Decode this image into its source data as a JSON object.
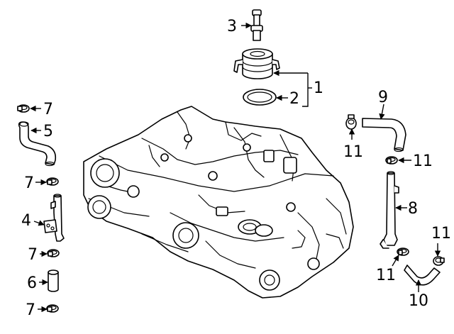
{
  "callouts": {
    "c1": "1",
    "c2": "2",
    "c3": "3",
    "c4": "4",
    "c5": "5",
    "c6": "6",
    "c7a": "7",
    "c7b": "7",
    "c7c": "7",
    "c7d": "7",
    "c8": "8",
    "c9": "9",
    "c10": "10",
    "c11a": "11",
    "c11b": "11",
    "c11c": "11",
    "c11d": "11"
  },
  "colors": {
    "stroke": "#000000",
    "background": "#ffffff"
  }
}
